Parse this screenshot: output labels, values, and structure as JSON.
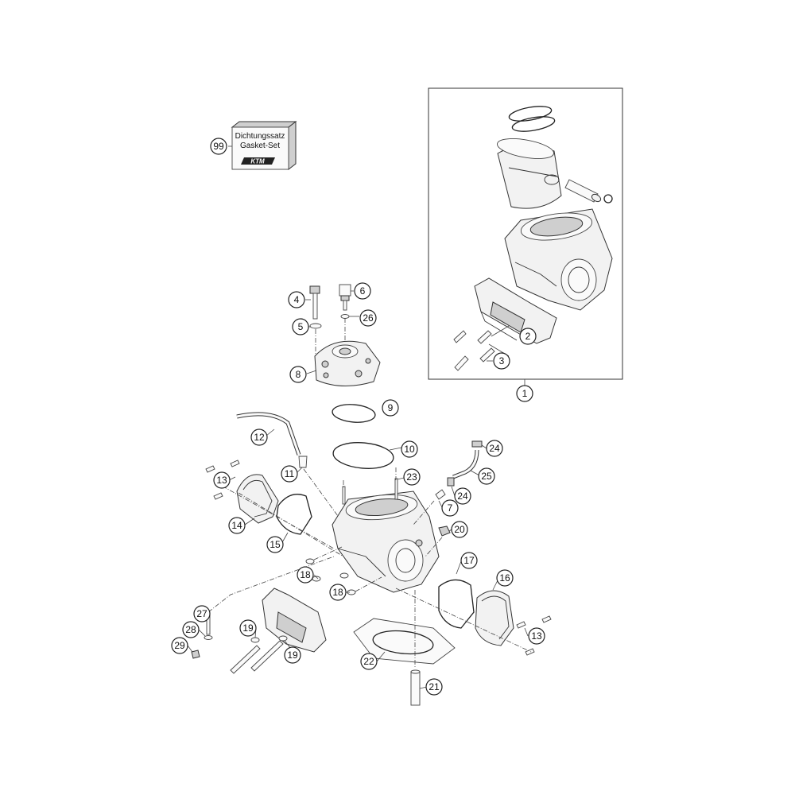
{
  "gasket_set": {
    "line1": "Dichtungssatz",
    "line2": "Gasket-Set",
    "logo_text": "KTM"
  },
  "callouts": {
    "c1": "1",
    "c2": "2",
    "c3": "3",
    "c4": "4",
    "c5": "5",
    "c6": "6",
    "c7": "7",
    "c8": "8",
    "c9": "9",
    "c10": "10",
    "c11": "11",
    "c12": "12",
    "c13a": "13",
    "c13b": "13",
    "c14": "14",
    "c15": "15",
    "c16": "16",
    "c17": "17",
    "c18a": "18",
    "c18b": "18",
    "c19a": "19",
    "c19b": "19",
    "c20": "20",
    "c21": "21",
    "c22": "22",
    "c23": "23",
    "c24a": "24",
    "c24b": "24",
    "c25": "25",
    "c26": "26",
    "c27": "27",
    "c28": "28",
    "c29": "29",
    "c99": "99"
  }
}
